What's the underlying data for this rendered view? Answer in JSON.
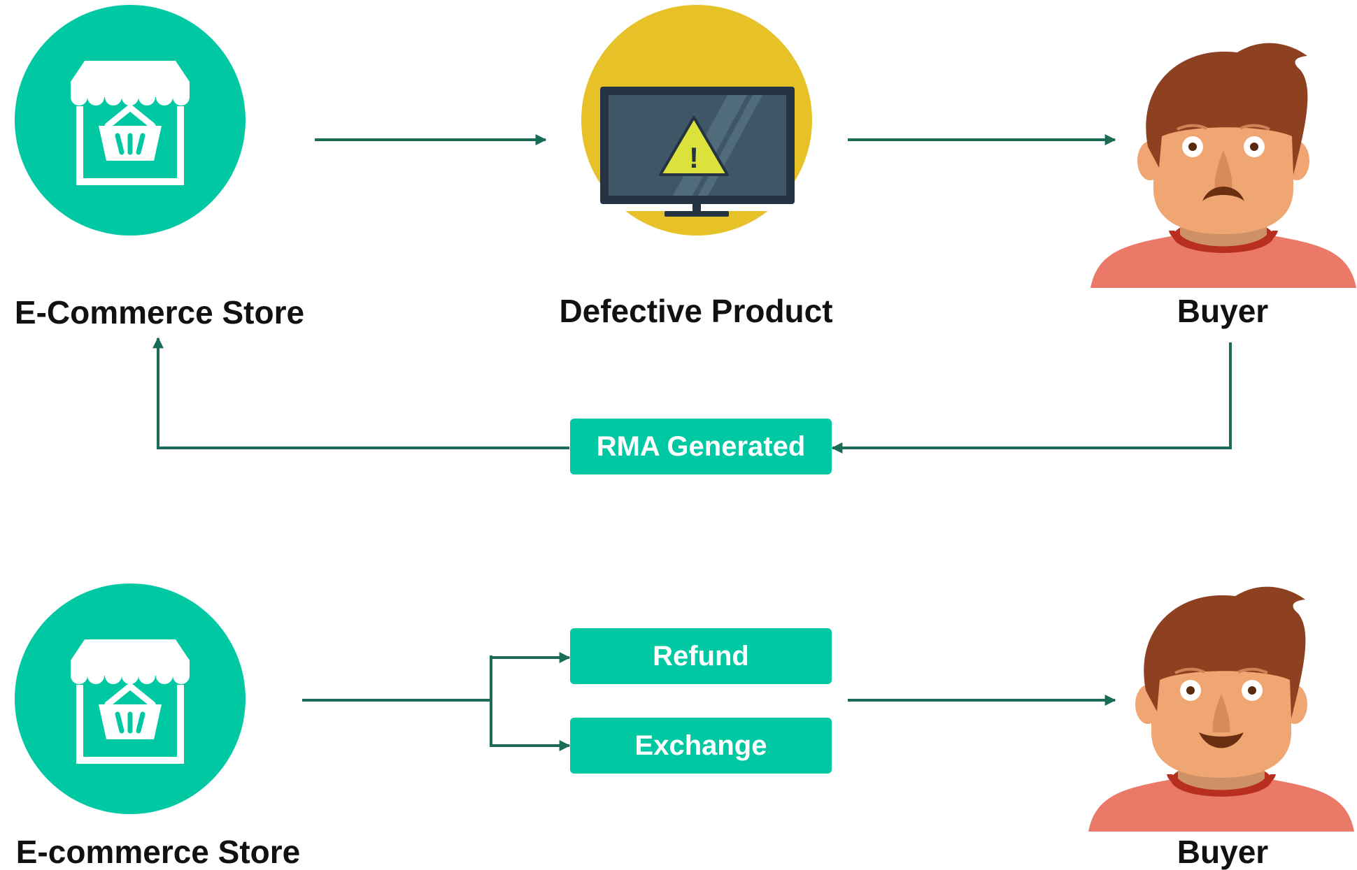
{
  "colors": {
    "teal": "#00C8A2",
    "arrow": "#1C6B59",
    "yellow": "#E6C127",
    "skin": "#EFA673",
    "hair": "#8E4121",
    "shirt": "#EA7967",
    "collar": "#B82E1F"
  },
  "top_row": {
    "store_label": "E-Commerce Store",
    "product_label": "Defective Product",
    "buyer_label": "Buyer",
    "rma_label": "RMA Generated",
    "warning_symbol": "!"
  },
  "bottom_row": {
    "store_label": "E-commerce Store",
    "refund_label": "Refund",
    "exchange_label": "Exchange",
    "buyer_label": "Buyer"
  },
  "icons": {
    "store": "storefront-basket-icon",
    "product": "monitor-warning-icon",
    "sad_buyer": "sad-face-icon",
    "happy_buyer": "happy-face-icon"
  }
}
